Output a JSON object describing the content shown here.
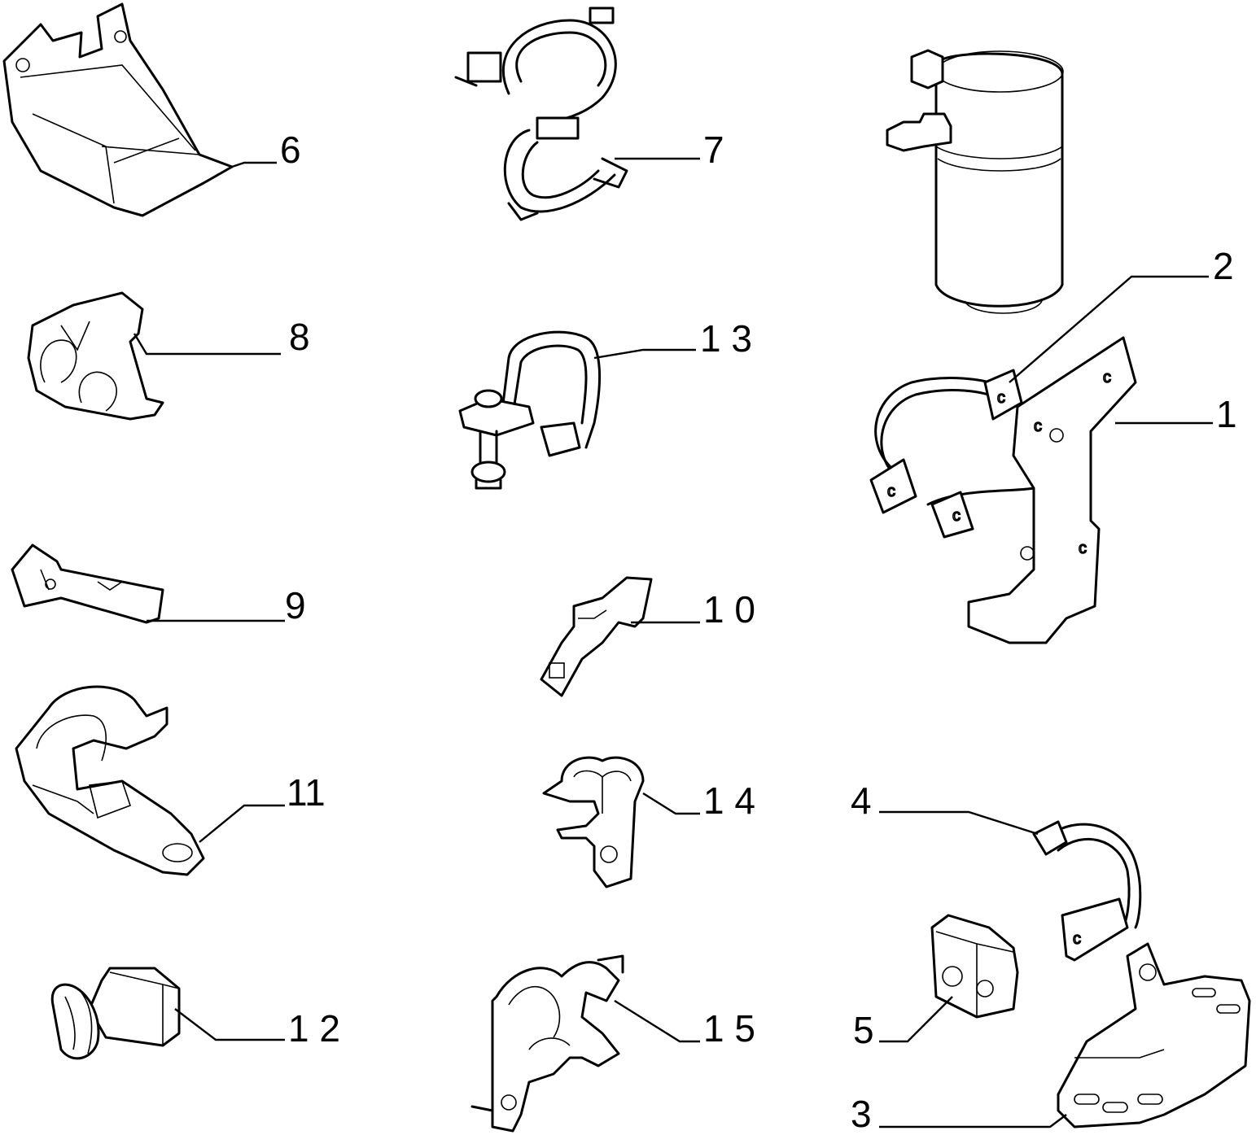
{
  "callouts": {
    "c1": "1",
    "c2": "2",
    "c3": "3",
    "c4": "4",
    "c5": "5",
    "c6": "6",
    "c7": "7",
    "c8": "8",
    "c9": "9",
    "c10": "1 0",
    "c11": "11",
    "c12": "1 2",
    "c13": "1 3",
    "c14": "1 4",
    "c15": "1 5"
  },
  "colors": {
    "line": "#000000",
    "background": "#ffffff"
  }
}
